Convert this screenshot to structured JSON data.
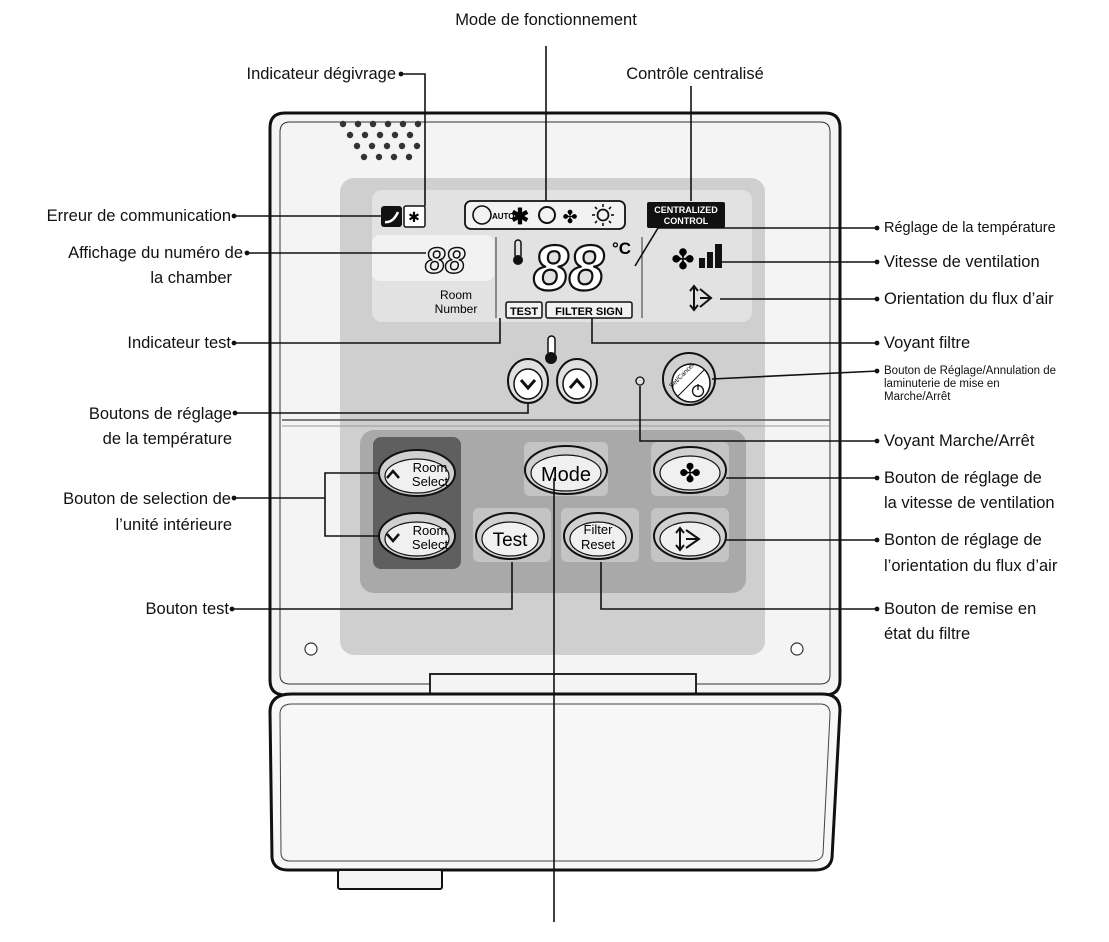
{
  "labels": {
    "mode": "Mode de fonctionnement",
    "defrost": "Indicateur dégivrage",
    "central": "Contrôle centralisé",
    "comm_error": "Erreur de communication",
    "room_display_1": "Affichage du numéro de",
    "room_display_2": "la chamber",
    "temp_setting": "Réglage de la température",
    "fan_speed": "Vitesse de ventilation",
    "airflow_dir": "Orientation du flux d’air",
    "test_indicator": "Indicateur test",
    "filter_light": "Voyant filtre",
    "set_cancel_1": "Bouton de Réglage/Annulation de",
    "set_cancel_2": "laminuterie de mise en",
    "set_cancel_3": "Marche/Arrêt",
    "temp_buttons_1": "Boutons de réglage",
    "temp_buttons_2": "de la température",
    "power_light": "Voyant Marche/Arrêt",
    "room_select_1": "Bouton de selection de",
    "room_select_2": "l’unité intérieure",
    "fan_button_1": "Bouton de réglage de",
    "fan_button_2": "la vitesse de ventilation",
    "airflow_button_1": "Bonton de réglage de",
    "airflow_button_2": "l’orientation du flux d’air",
    "test_button": "Bouton test",
    "filter_reset_1": "Bouton de remise en",
    "filter_reset_2": "état du filtre"
  },
  "display": {
    "centralized_1": "CENTRALIZED",
    "centralized_2": "CONTROL",
    "room_digits": "88",
    "temp_digits": "88",
    "unit": "°C",
    "room_number_1": "Room",
    "room_number_2": "Number",
    "test_box": "TEST",
    "filter_sign": "FILTER SIGN",
    "auto": "AUTO"
  },
  "buttons": {
    "mode": "Mode",
    "test": "Test",
    "filter_1": "Filter",
    "filter_2": "Reset",
    "room_1": "Room",
    "room_2": "Select",
    "set_cancel": "Set/Cancel"
  },
  "colors": {
    "panel_gray": "#cfcfcf",
    "lcd_gray": "#e2e2e2",
    "button_area": "#a9a9a9",
    "button_fill": "#d0d0d0",
    "ink": "#111111"
  }
}
